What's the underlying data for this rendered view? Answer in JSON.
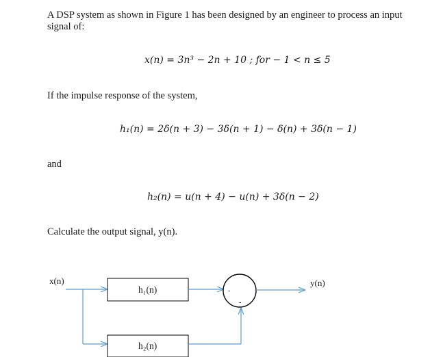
{
  "problem": {
    "intro": "A DSP system as shown in Figure 1 has been designed by an engineer to process an input signal of:",
    "input_equation": "x(n) = 3n³ − 2n + 10 ; for − 1 < n ≤ 5",
    "impulse_intro": "If the impulse response of the system,",
    "h1_equation": "h₁(n) = 2δ(n + 3) − 3δ(n + 1) − δ(n) + 3δ(n − 1)",
    "and": "and",
    "h2_equation": "h₂(n) = u(n + 4) − u(n) + 3δ(n − 2)",
    "task": "Calculate the output signal, y(n)."
  },
  "figure": {
    "input_label": "x(n)",
    "output_label": "y(n)",
    "block1_label": "h₁(n)",
    "block2_label": "h₂(n)",
    "summer_input_sign": "-",
    "summer_bottom_sign": "-",
    "line_color": "#5b9bd5",
    "block_border_color": "#000000"
  }
}
